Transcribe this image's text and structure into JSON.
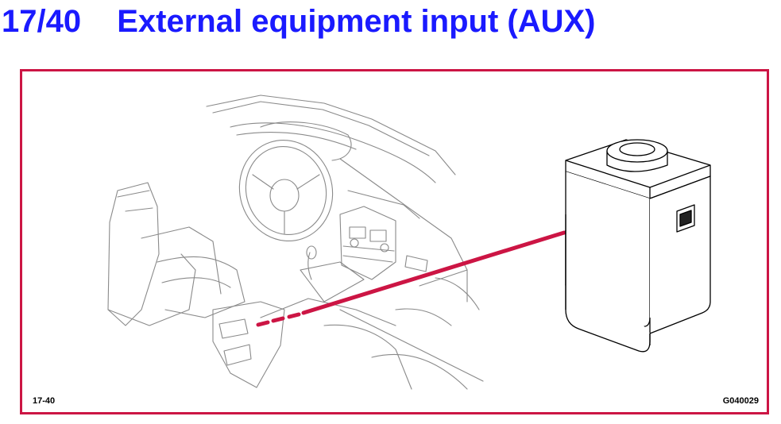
{
  "heading": {
    "number": "17/40",
    "text": "External equipment input (AUX)"
  },
  "figure": {
    "left_label": "17-40",
    "right_label": "G040029"
  },
  "colors": {
    "title": "#1a1aff",
    "frame": "#cc1544",
    "pointer": "#cc1544",
    "drawing": "#8a8a8a",
    "unit_outline": "#000000"
  }
}
